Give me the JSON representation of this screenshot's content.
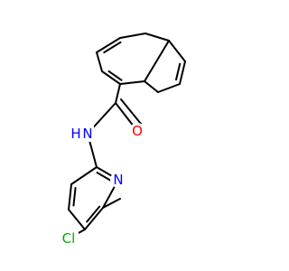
{
  "molecule": {
    "atoms": {
      "oxygen": {
        "label": "O",
        "color": "#ff0000"
      },
      "nitrogen_amide": {
        "label": "N",
        "color": "#0000ff"
      },
      "hydrogen_amide": {
        "label": "H",
        "color": "#0000ff"
      },
      "nitrogen_pyridine": {
        "label": "N",
        "color": "#0000ff"
      },
      "chlorine": {
        "label": "Cl",
        "color": "#00aa00"
      }
    },
    "bond_color": "#000000"
  }
}
